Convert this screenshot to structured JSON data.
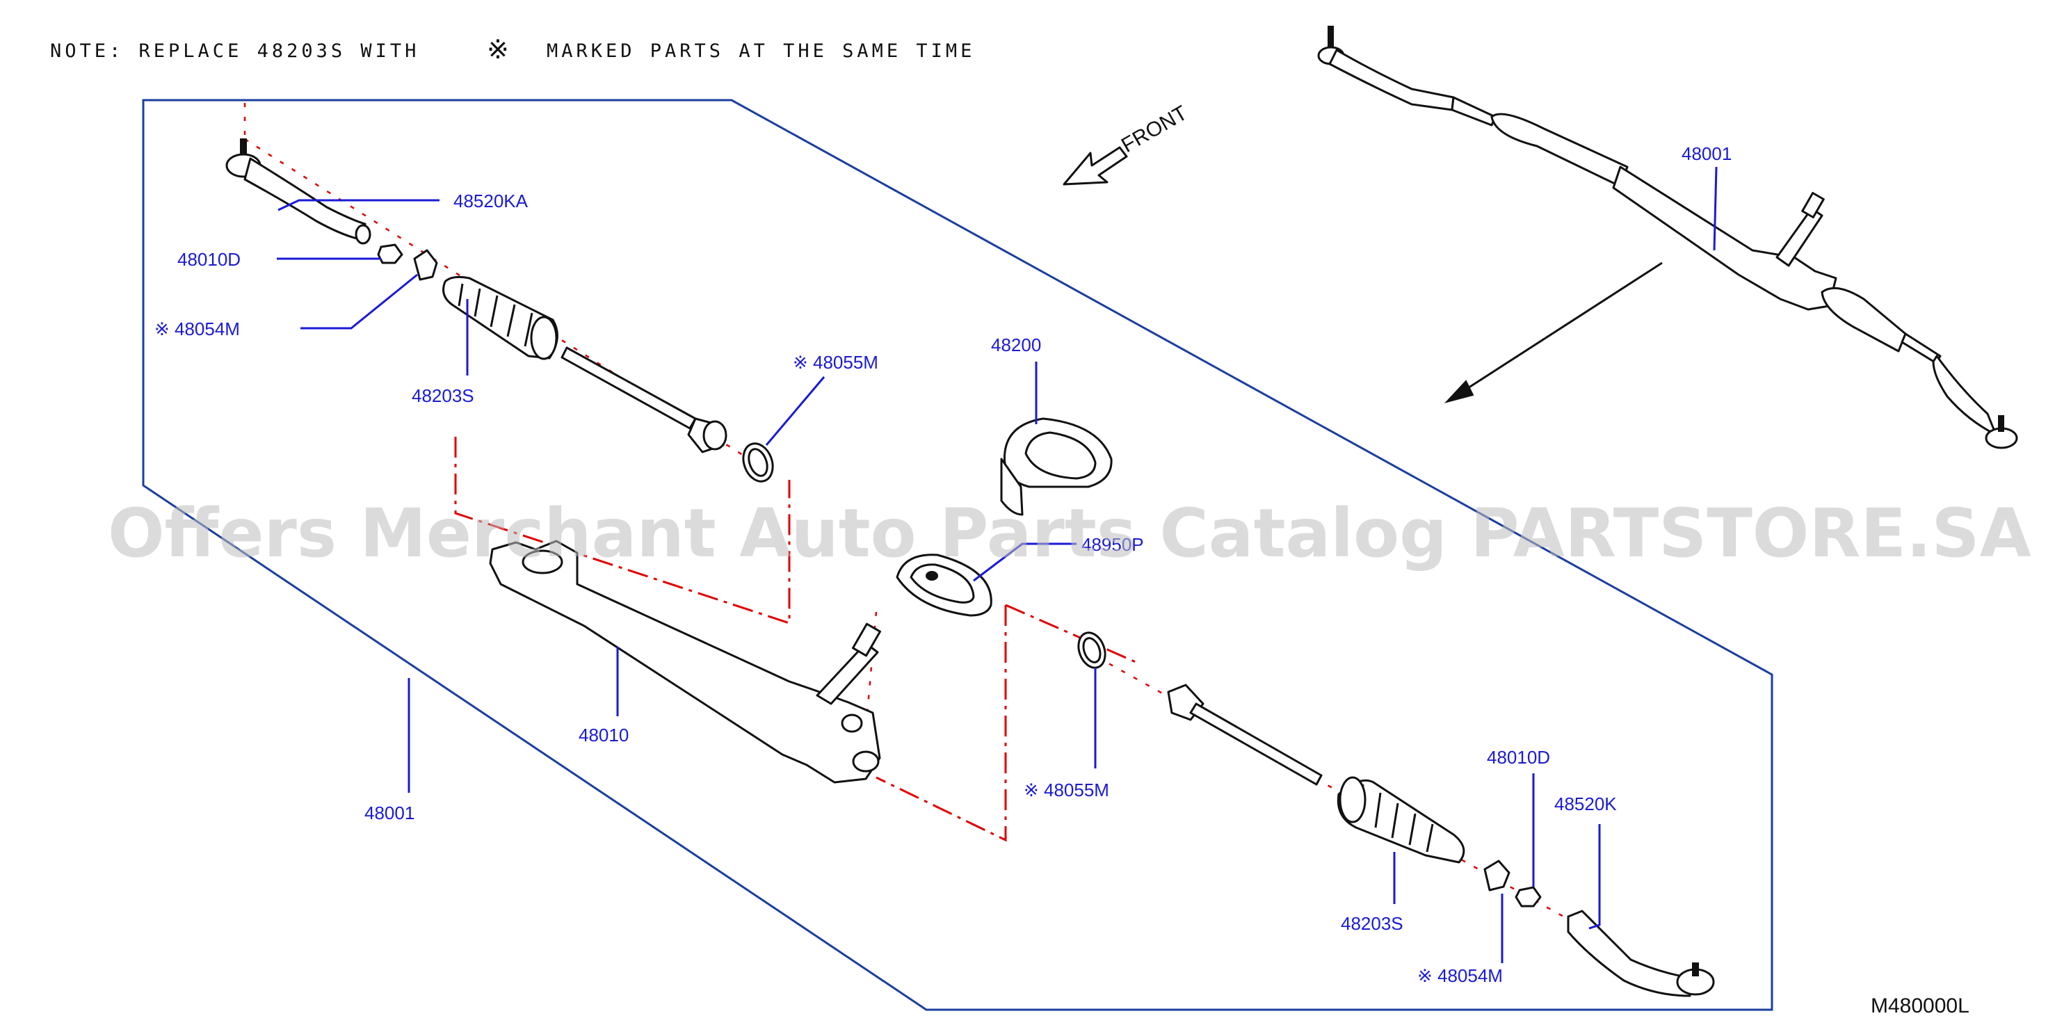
{
  "note": {
    "text": "NOTE:  REPLACE  48203S  WITH",
    "mark": "※",
    "text2": "MARKED  PARTS  AT  THE  SAME  TIME"
  },
  "front_label": "FRONT",
  "diagram_code": "M480000L",
  "watermark": "Offers Merchant Auto Parts Catalog PARTSTORE.SA",
  "labels": {
    "tie_rod_end_left": "48520KA",
    "lock_nut_left": "48010D",
    "clip_left": "※ 48054M",
    "boot_left": "48203S",
    "band_left": "※ 48055M",
    "cover": "48200",
    "grommet": "48950P",
    "gear_housing": "48010",
    "assembly_main": "48001",
    "assembly_inset": "48001",
    "band_right": "※ 48055M",
    "lock_nut_right": "48010D",
    "tie_rod_end_right": "48520K",
    "boot_right": "48203S",
    "clip_right": "※ 48054M"
  },
  "colors": {
    "label": "#1a1ad6",
    "frame": "#1a3f9e",
    "axis": "#e00000",
    "ink": "#111111"
  }
}
